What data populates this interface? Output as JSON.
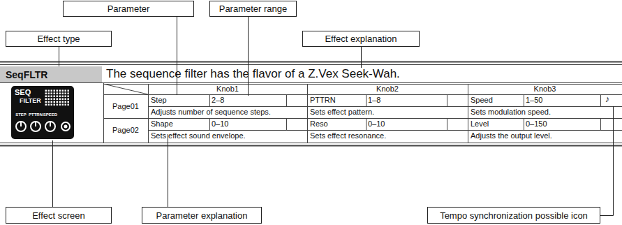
{
  "diagram": {
    "nodes": [
      {
        "text": [
          "Parameter"
        ]
      },
      {
        "text": [
          "Parameter range"
        ]
      },
      {
        "text": [
          "Effect type"
        ]
      },
      {
        "text": [
          "Effect explanation"
        ]
      },
      {
        "text": [
          "SeqFLTR"
        ]
      },
      {
        "text": [
          "Effect screen"
        ]
      },
      {
        "text": [
          "Parameter explanation"
        ]
      },
      {
        "text": [
          "Tempo synchronization possible icon"
        ]
      }
    ],
    "edges": [
      {
        "from": 2,
        "to": 4,
        "arrow": "none"
      }
    ],
    "labels": [
      "The sequence filter has the flavor of a Z.Vex Seek-Wah.",
      "Knob1",
      "Knob2",
      "Knob3",
      "Page01",
      "Step",
      "2–8",
      "PTTRN",
      "1–8",
      "Speed",
      "1–50",
      "♪",
      "Adjusts number of sequence steps.",
      "Sets effect pattern.",
      "Sets modulation speed.",
      "Page02",
      "Shape",
      "0–10",
      "Reso",
      "0–10",
      "Level",
      "0–150",
      "Sets effect sound envelope.",
      "Sets effect resonance.",
      "Adjusts the output level.",
      "SEQ",
      "FILTER",
      "STEP",
      "PTTRN",
      "SPEED"
    ]
  }
}
